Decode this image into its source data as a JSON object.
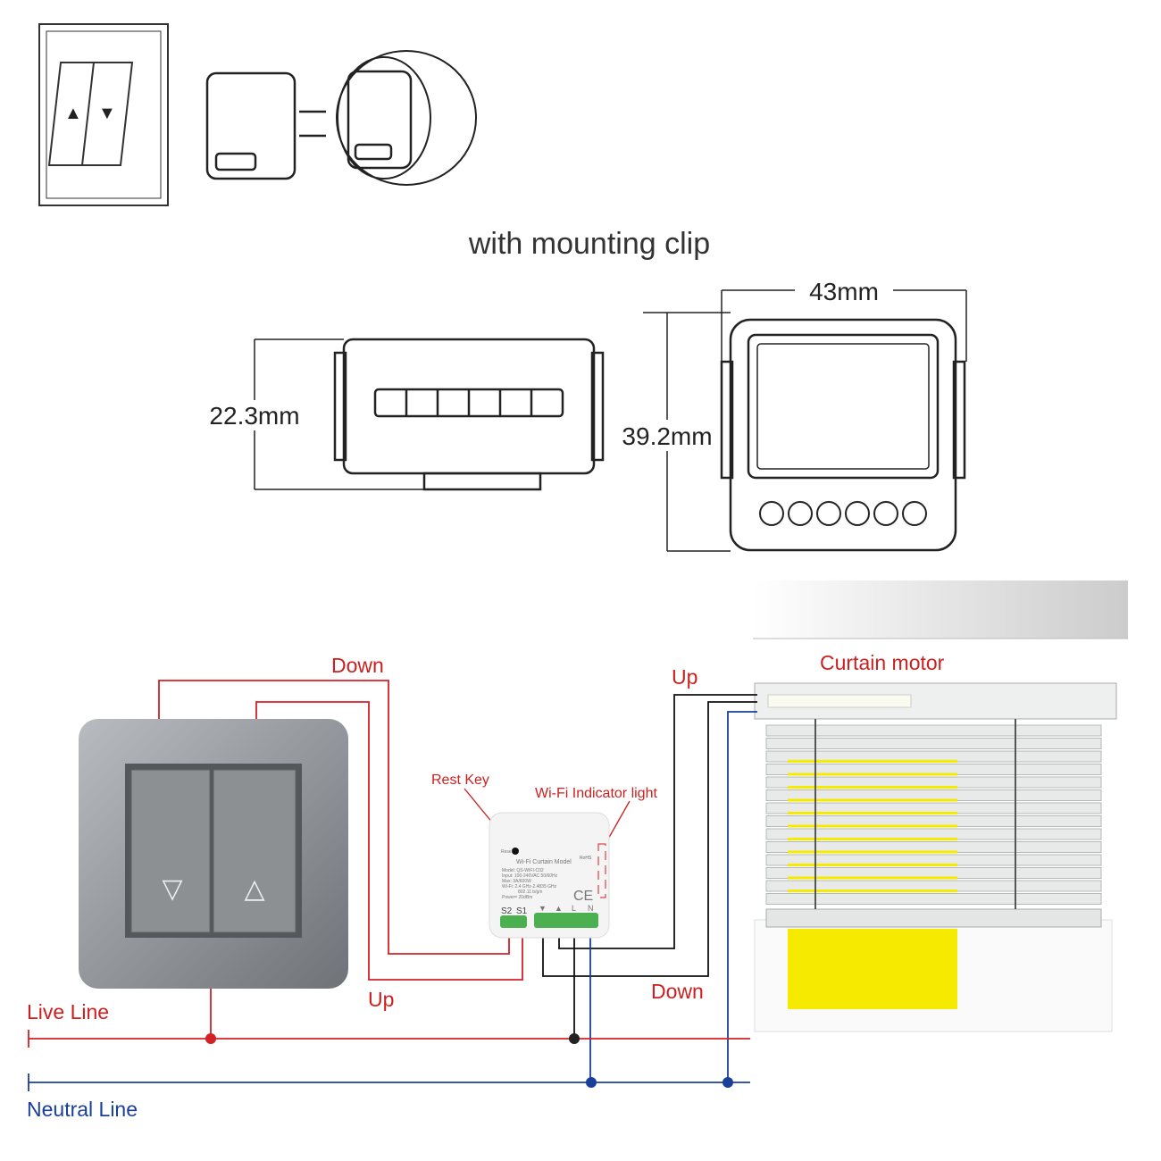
{
  "top": {
    "caption": "with mounting clip",
    "dim_height_side": "22.3mm",
    "dim_width_front": "43mm",
    "dim_height_front": "39.2mm"
  },
  "switch_icons": {
    "up": "▲",
    "down": "▼"
  },
  "wiring": {
    "label_down_top": "Down",
    "label_up_bottom": "Up",
    "label_up_right": "Up",
    "label_down_right": "Down",
    "rest_key": "Rest Key",
    "wifi_indicator": "Wi-Fi Indicator light",
    "curtain_motor": "Curtain motor",
    "live_line": "Live Line",
    "neutral_line": "Neutral Line",
    "switch_down_symbol": "▽",
    "switch_up_symbol": "△"
  },
  "module": {
    "reset": "Reset",
    "title": "Wi-Fi Curtain Model",
    "specs": [
      "Model: QS-WIFI-C02",
      "Input: 100-240VAC 50/60Hz",
      "Max: 3A/600W",
      "Wi-Fi: 2.4 GHz-2.4835 GHz",
      "802.11 b/g/n",
      "Power= 20dBm"
    ],
    "rohs": "RoHS",
    "ce": "CE",
    "terminals_left": [
      "S2",
      "S1"
    ],
    "terminals_right": [
      "▼",
      "▲",
      "L",
      "N"
    ]
  },
  "colors": {
    "live": "#d42027",
    "neutral": "#1a3f9a",
    "motor_wire": "#111111",
    "accent_label": "#cc1f1f",
    "slat_yellow": "#f5ea00"
  }
}
